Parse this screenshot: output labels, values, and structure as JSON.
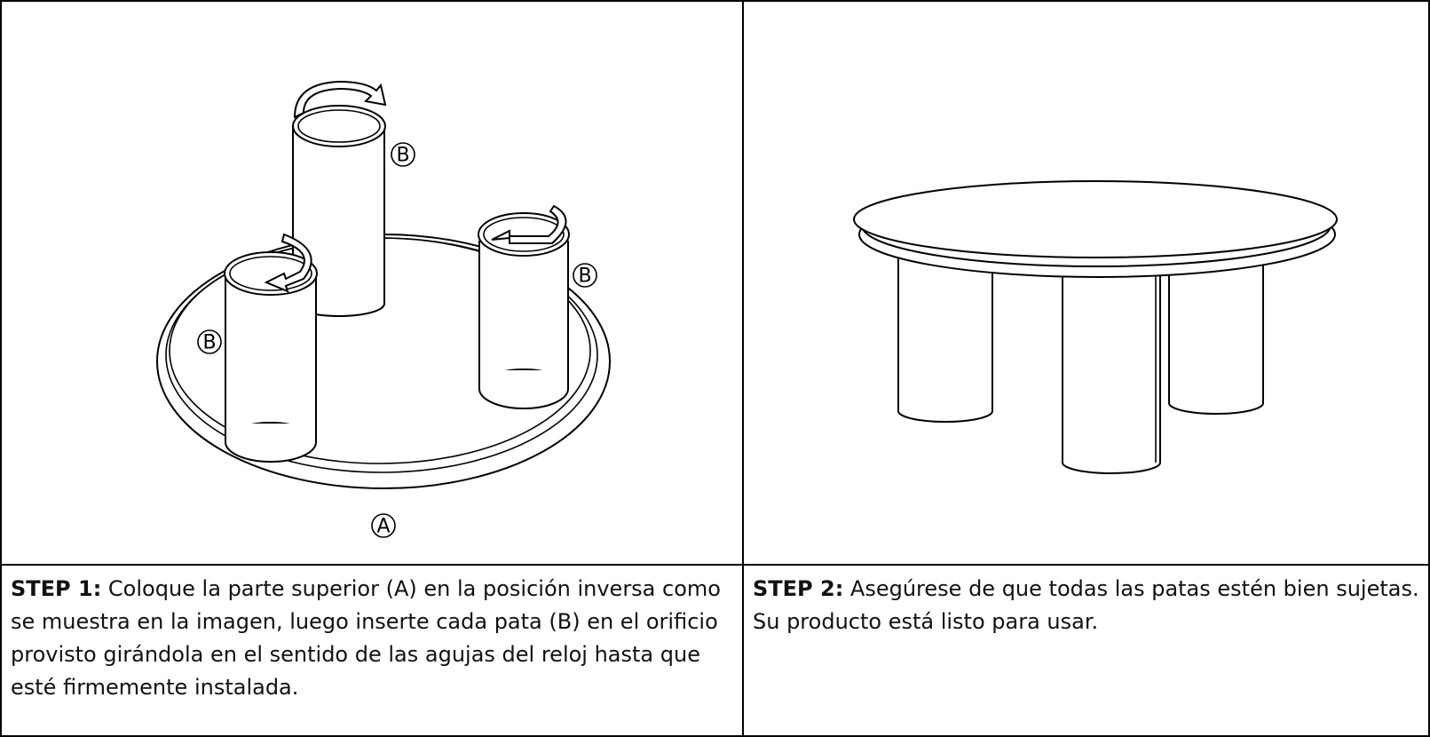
{
  "steps": [
    {
      "label": "STEP 1:",
      "text": " Coloque la parte superior (A) en la posición inversa como se muestra en la imagen, luego inserte cada pata (B) en el orificio provisto girándola en el sentido de las agujas del reloj hasta que esté firmemente instalada.",
      "callouts": {
        "top": "A",
        "leg": "B"
      }
    },
    {
      "label": "STEP 2:",
      "text": " Asegúrese de que todas las patas estén bien sujetas. Su producto está listo para usar."
    }
  ]
}
